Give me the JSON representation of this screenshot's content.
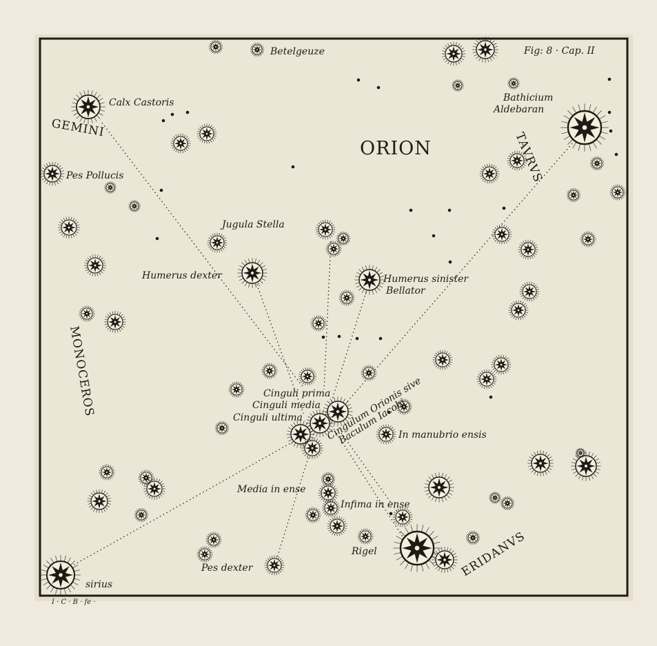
{
  "figure": {
    "caption": "Fig: 8 · Cap. II",
    "engraver": "I · C · B · fe ·"
  },
  "constellations": {
    "orion": "ORION",
    "gemini": "GEMINI",
    "taurus": "TAVRVS",
    "monoceros": "MONOCEROS",
    "eridanus": "ERIDANVS"
  },
  "stars": {
    "betelgeuze": "Betelgeuze",
    "calx_castoris": "Calx Castoris",
    "pes_pollucis": "Pes Pollucis",
    "bathicium": "Bathicium",
    "aldebaran": "Aldebaran",
    "jugula_stella": "Jugula Stella",
    "humerus_dexter": "Humerus dexter",
    "humerus_sinister": "Humerus sinister",
    "bellator": "Bellator",
    "cinguli_prima": "Cinguli prima",
    "cinguli_media": "Cinguli media",
    "cinguli_ultima": "Cinguli ultima",
    "cingulum_orionis": "Cingulum Orionis sive",
    "baculum_jacobi": "Baculum Iacobi",
    "in_manubrio_ensis": "In manubrio ensis",
    "media_in_ense": "Media in ense",
    "infima_in_ense": "Infima in ense",
    "rigel": "Rigel",
    "pes_dexter": "Pes dexter",
    "sirius": "sirius"
  }
}
